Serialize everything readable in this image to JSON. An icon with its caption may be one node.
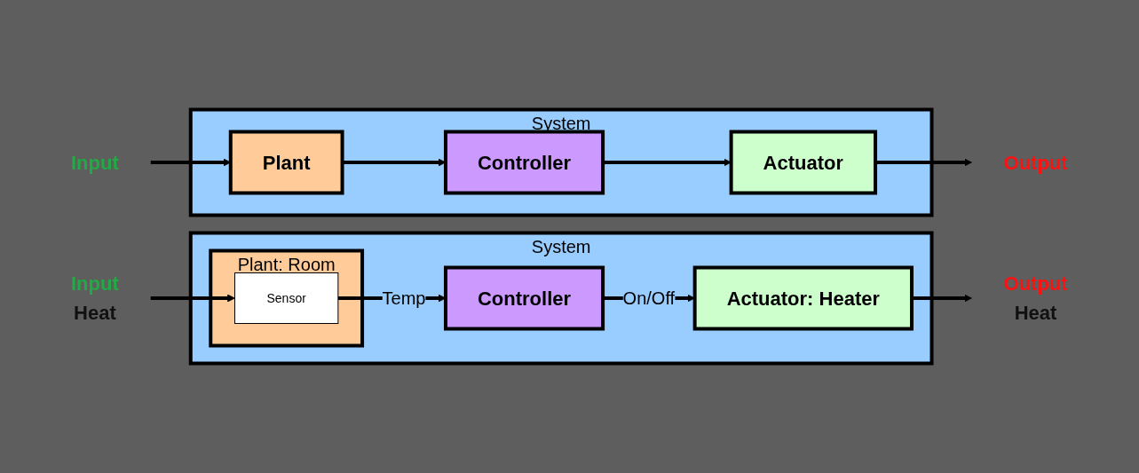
{
  "diagram": {
    "nodes": [
      {
        "text": [
          "Input"
        ]
      },
      {
        "text": [
          "System"
        ]
      },
      {
        "text": [
          "Plant"
        ],
        "in": 1
      },
      {
        "text": [
          "Controller"
        ],
        "in": 1
      },
      {
        "text": [
          "Actuator"
        ],
        "in": 1
      },
      {
        "text": [
          "Output"
        ]
      },
      {
        "text": [
          "Input",
          "Heat"
        ]
      },
      {
        "text": [
          "System"
        ]
      },
      {
        "text": [
          "Plant: Room"
        ],
        "in": 7
      },
      {
        "text": [
          "Sensor"
        ],
        "in": 8
      },
      {
        "text": [
          "Controller"
        ],
        "in": 7
      },
      {
        "text": [
          "Actuator: Heater"
        ],
        "in": 7
      },
      {
        "text": [
          "Output",
          "Heat"
        ]
      }
    ],
    "edges": [
      {
        "from": 0,
        "to": 2,
        "arrow": "to"
      },
      {
        "from": 2,
        "to": 3,
        "arrow": "to"
      },
      {
        "from": 3,
        "to": 4,
        "arrow": "to"
      },
      {
        "from": 4,
        "to": 5,
        "arrow": "to"
      },
      {
        "from": 6,
        "to": 9,
        "arrow": "to"
      },
      {
        "from": 9,
        "to": 10,
        "label": "Temp",
        "arrow": "to"
      },
      {
        "from": 10,
        "to": 11,
        "label": "On/Off",
        "arrow": "to"
      },
      {
        "from": 11,
        "to": 12,
        "arrow": "to"
      }
    ]
  }
}
